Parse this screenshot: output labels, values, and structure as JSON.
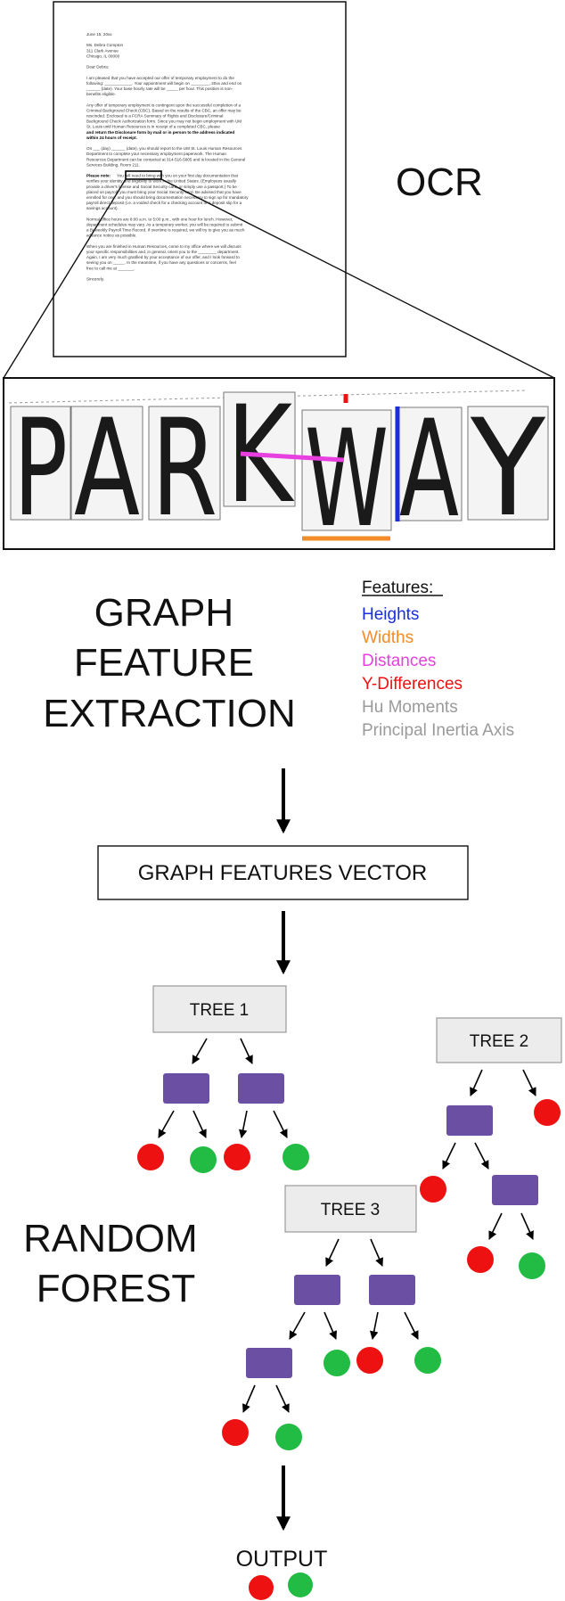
{
  "document": {
    "date": "June 15, 20xx",
    "recipient": [
      "Ms. Debra Compton",
      "311 Clark Avenue",
      "Chicago, IL 00000"
    ],
    "salutation": "Dear Debra:",
    "p1": [
      "I am pleased that you have accepted our offer of temporary employment to do the",
      "following: ____________.  Your appointment will begin on ________, 20xx and end on",
      "______ (date). Your base hourly rate will be _____ per hour.  This position is non-",
      "benefits eligible."
    ],
    "p2": [
      "Any offer of temporary employment is contingent upon the successful completion of a",
      "Criminal Background Check (CBC). Based on the results of the CBC, an offer may be",
      "rescinded.  Enclosed is a FCRA Summary of Rights and Disclosure/Criminal",
      "Background Check Authorization form. Since you may not begin employment with UM",
      "St. Louis until Human Resources is in receipt of a completed CBC, please"
    ],
    "p2_bold": [
      "and return the Disclosure form by mail or in person to the address indicated",
      "within 24 hours of receipt."
    ],
    "p2_bold_end": "complete",
    "p3": [
      "On ___ (day) ______ (date), you should report to the UM St. Louis Human Resources",
      "Department to complete your necessary employment paperwork.  The Human",
      "Resources Department can be contacted at 314-516-5805 and is located in the General",
      "Services Building, Room 211."
    ],
    "p4_bold": "Please note:",
    "p4": [
      "You will need to bring with you on your first day documentation that",
      "verifies your identity and eligibility to work in the United States. (Employees usually",
      "provide a driver's license and Social Security card, or simply use a passport.)  To be",
      "placed on payroll, you must bring your Social Security card. Be advised that you have",
      "enrolled for one, and you should bring documentation necessary to sign up for mandatory",
      "payroll direct deposit (i.e. a voided check for a checking account or a deposit slip for a",
      "savings account)."
    ],
    "p5": [
      "Normal office hours are 8:00 a.m. to 5:00 p.m., with one hour for lunch.  However,",
      "department schedules may vary.  As a temporary worker, you will be required to submit",
      "a Bi-weekly Payroll Time Record.  If overtime is required, we will try to give you as much",
      "advance notice as possible."
    ],
    "p6": [
      "When you are finished in Human Resources, come to my office where we will discuss",
      "your specific responsibilities and, in general, orient you to the ________ department.",
      "Again, I am very much gratified by your acceptance of our offer, and I look forward to",
      "seeing you on _____.  In the meantime, if you have any questions or concerns, feel",
      "free to call me at _______."
    ],
    "closing": "Sincerely,"
  },
  "ocr_label": "OCR",
  "zoom_letters": [
    "P",
    "A",
    "R",
    "K",
    "W",
    "A",
    "Y"
  ],
  "extraction_label": [
    "GRAPH",
    "FEATURE",
    "EXTRACTION"
  ],
  "features": {
    "title": "Features:",
    "items": [
      {
        "label": "Heights",
        "color": "#1a2fd6"
      },
      {
        "label": "Widths",
        "color": "#f28c28"
      },
      {
        "label": "Distances",
        "color": "#e83fe0"
      },
      {
        "label": "Y-Differences",
        "color": "#ee1111"
      },
      {
        "label": "Hu Moments",
        "color": "#9a9a9a"
      },
      {
        "label": "Principal Inertia Axis",
        "color": "#9a9a9a"
      }
    ]
  },
  "vector_label": "GRAPH FEATURES VECTOR",
  "trees": [
    {
      "label": "TREE 1"
    },
    {
      "label": "TREE 2"
    },
    {
      "label": "TREE 3"
    }
  ],
  "forest_label": [
    "RANDOM",
    "FOREST"
  ],
  "output_label": "OUTPUT",
  "colors": {
    "node": "#6a4fa3",
    "leaf_red": "#ee1111",
    "leaf_green": "#22bb44",
    "tree_box": "#ececec",
    "height_marker": "#1a2fd6",
    "width_marker": "#f28c28",
    "distance_marker": "#e83fe0",
    "ydiff_marker": "#ee1111"
  }
}
